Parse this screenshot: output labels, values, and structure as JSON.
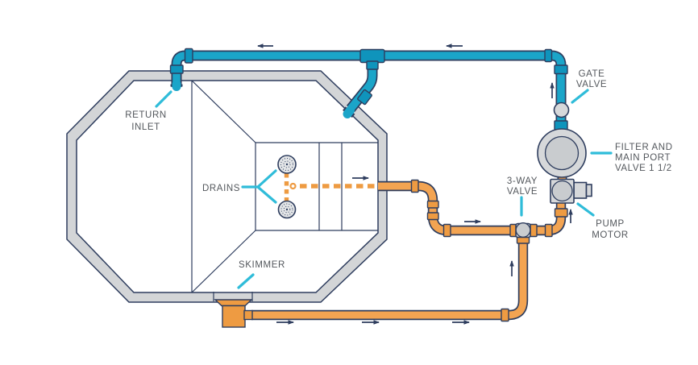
{
  "labels": {
    "return_inlet": [
      "RETURN",
      "INLET"
    ],
    "drains": "DRAINS",
    "skimmer": "SKIMMER",
    "gate_valve": [
      "GATE",
      "VALVE"
    ],
    "filter": [
      "FILTER AND",
      "MAIN PORT",
      "VALVE 1 1/2"
    ],
    "three_way_valve": [
      "3-WAY",
      "VALVE"
    ],
    "pump_motor": [
      "PUMP",
      "MOTOR"
    ]
  },
  "colors": {
    "pipe_blue": "#1BA5C9",
    "pipe_blue_dark": "#0F94BC",
    "pipe_orange": "#F3A452",
    "pipe_orange_dark": "#EE9B42",
    "callout": "#2FBCD9",
    "outline": "#2E3D5E",
    "arrow": "#2E3D5E",
    "wall_fill": "#D3D5D7",
    "component_fill": "#D6D8DA",
    "component_inner": "#C9CCCF",
    "text": "#53575C"
  }
}
